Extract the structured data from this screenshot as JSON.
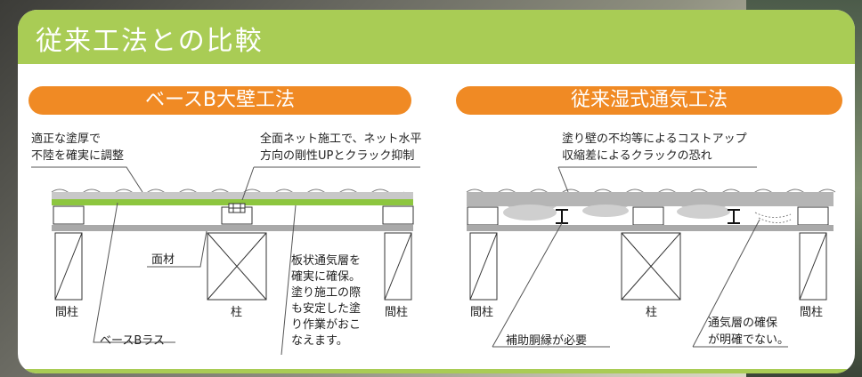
{
  "header": {
    "title": "従来工法との比較"
  },
  "left": {
    "section_title": "ベースB大壁工法",
    "note_top_left": "適正な塗厚で\n不陸を確実に調整",
    "note_top_right": "全面ネット施工で、ネット水平\n方向の剛性UPとクラック抑制",
    "label_menzai": "面材",
    "note_vent": "板状通気層を\n確実に確保。\n塗り施工の際\nも安定した塗\nり作業がおこ\nなえます。",
    "label_mabashira_left": "間柱",
    "label_hashira": "柱",
    "label_mabashira_right": "間柱",
    "label_base_lath": "ベースBラス"
  },
  "right": {
    "section_title": "従来湿式通気工法",
    "note_top": "塗り壁の不均等によるコストアップ\n収縮差によるクラックの恐れ",
    "label_mabashira_left": "間柱",
    "label_hashira": "柱",
    "label_mabashira_right": "間柱",
    "note_furring": "補助胴縁が必要",
    "note_vent": "通気層の確保\nが明確でない。"
  },
  "colors": {
    "green": "#a9cc55",
    "orange": "#f08a24",
    "gray": "#a9a9a9"
  }
}
